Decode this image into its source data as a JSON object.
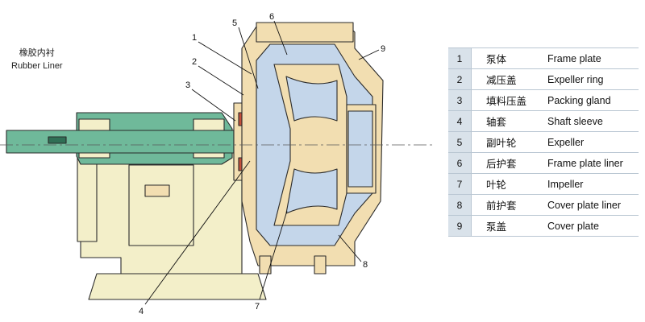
{
  "rubber_liner": {
    "label_cn": "橡胶内衬",
    "label_en": "Rubber Liner"
  },
  "callouts": [
    "1",
    "2",
    "3",
    "4",
    "5",
    "6",
    "7",
    "8",
    "9"
  ],
  "parts": [
    {
      "num": "1",
      "cn": "泵体",
      "en": "Frame plate"
    },
    {
      "num": "2",
      "cn": "减压盖",
      "en": "Expeller ring"
    },
    {
      "num": "3",
      "cn": "填料压盖",
      "en": "Packing gland"
    },
    {
      "num": "4",
      "cn": "轴套",
      "en": "Shaft sleeve"
    },
    {
      "num": "5",
      "cn": "副叶轮",
      "en": "Expeller"
    },
    {
      "num": "6",
      "cn": "后护套",
      "en": "Frame plate liner"
    },
    {
      "num": "7",
      "cn": "叶轮",
      "en": "Impeller"
    },
    {
      "num": "8",
      "cn": "前护套",
      "en": "Cover plate liner"
    },
    {
      "num": "9",
      "cn": "泵盖",
      "en": "Cover plate"
    }
  ],
  "colors": {
    "frame": "#f3efc9",
    "casing": "#f2deb1",
    "liner": "#c4d6ea",
    "shaft": "#6fb99a",
    "outline": "#2a2a2a"
  }
}
